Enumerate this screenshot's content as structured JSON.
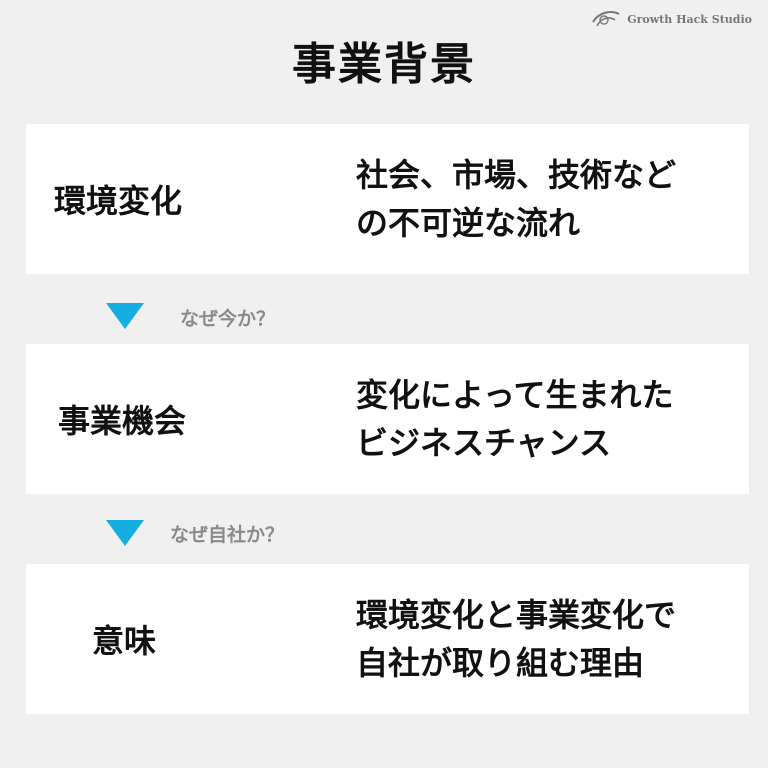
{
  "brand": {
    "name": "Growth Hack Studio",
    "logo_icon": "swoosh-logo-icon"
  },
  "title": "事業背景",
  "accent_color": "#16aee0",
  "cards": [
    {
      "label": "環境変化",
      "desc": [
        "社会、市場、技術など",
        "の不可逆な流れ"
      ]
    },
    {
      "label": "事業機会",
      "desc": [
        "変化によって生まれた",
        "ビジネスチャンス"
      ]
    },
    {
      "label": "意味",
      "desc": [
        "環境変化と事業変化で",
        "自社が取り組む理由"
      ]
    }
  ],
  "connectors": [
    {
      "icon": "down-triangle-icon",
      "question": "なぜ今か？"
    },
    {
      "icon": "down-triangle-icon",
      "question": "なぜ自社か？"
    }
  ]
}
